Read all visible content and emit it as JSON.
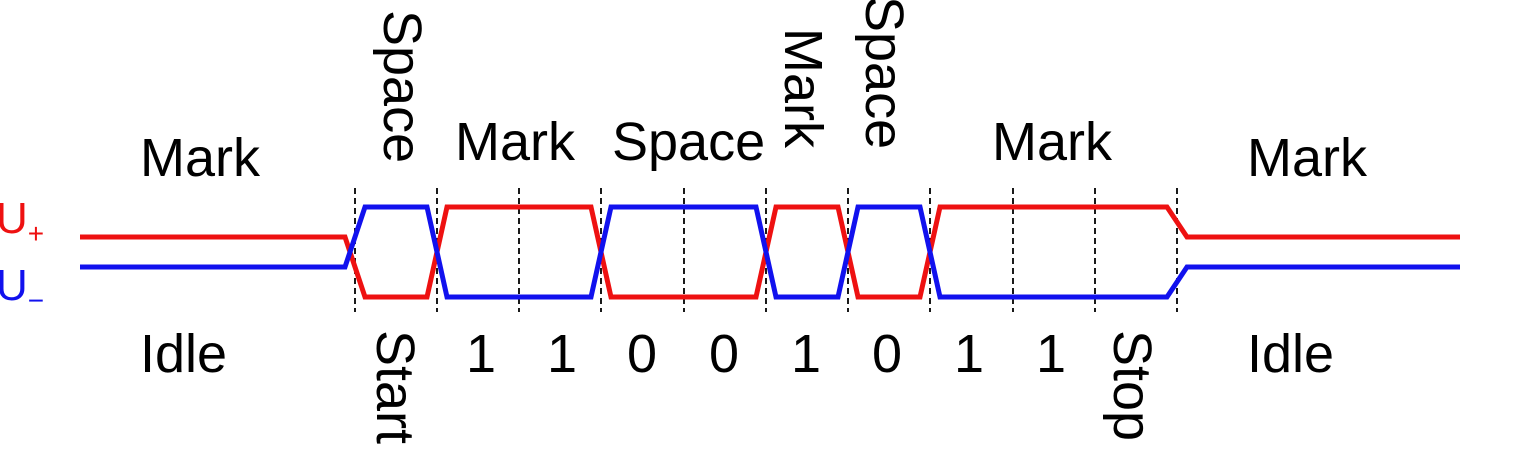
{
  "signals": {
    "plus": {
      "letter": "U",
      "subscript": "+",
      "color": "#ee1111"
    },
    "minus": {
      "letter": "U",
      "subscript": "−",
      "color": "#1111ee"
    }
  },
  "state_labels": [
    "Mark",
    "Space",
    "Mark",
    "Space",
    "Mark",
    "Space",
    "Mark",
    "Mark"
  ],
  "bit_labels": [
    "Idle",
    "Start",
    "1",
    "1",
    "0",
    "0",
    "1",
    "0",
    "1",
    "1",
    "Stop",
    "Idle"
  ],
  "line_levels": [
    "Idle",
    "Start",
    "1",
    "1",
    "0",
    "0",
    "1",
    "0",
    "1",
    "1",
    "Stop",
    "Idle"
  ],
  "level_values": {
    "Idle": "mark",
    "Start": "space",
    "1": "mark",
    "0": "space",
    "Stop": "mark"
  }
}
